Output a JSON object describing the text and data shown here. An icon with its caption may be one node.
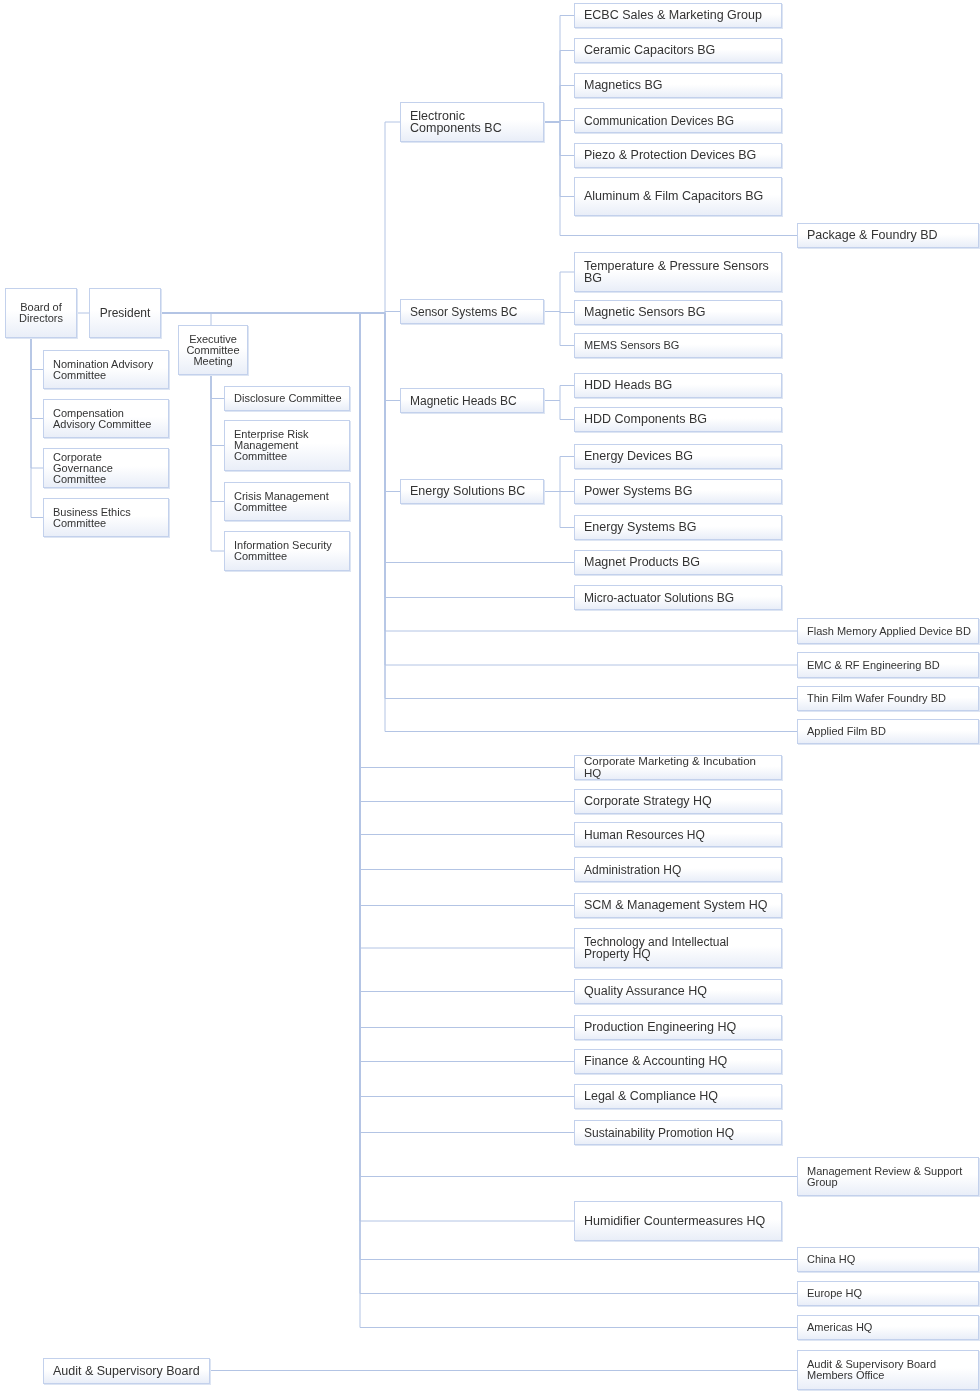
{
  "diagram": {
    "nodes": [
      {
        "text": [
          "Board of Directors"
        ]
      },
      {
        "text": [
          "President"
        ]
      },
      {
        "text": [
          "Nomination Advisory Committee"
        ]
      },
      {
        "text": [
          "Compensation Advisory Committee"
        ]
      },
      {
        "text": [
          "Corporate Governance Committee"
        ]
      },
      {
        "text": [
          "Business Ethics Committee"
        ]
      },
      {
        "text": [
          "Executive Committee Meeting"
        ]
      },
      {
        "text": [
          "Disclosure Committee"
        ]
      },
      {
        "text": [
          "Enterprise Risk Management Committee"
        ]
      },
      {
        "text": [
          "Crisis Management Committee"
        ]
      },
      {
        "text": [
          "Information Security Committee"
        ]
      },
      {
        "text": [
          "Electronic Components BC"
        ]
      },
      {
        "text": [
          "ECBC Sales & Marketing Group"
        ]
      },
      {
        "text": [
          "Ceramic Capacitors BG"
        ]
      },
      {
        "text": [
          "Magnetics BG"
        ]
      },
      {
        "text": [
          "Communication Devices BG"
        ]
      },
      {
        "text": [
          "Piezo & Protection Devices BG"
        ]
      },
      {
        "text": [
          "Aluminum & Film Capacitors BG"
        ]
      },
      {
        "text": [
          "Package & Foundry BD"
        ]
      },
      {
        "text": [
          "Sensor Systems BC"
        ]
      },
      {
        "text": [
          "Temperature & Pressure Sensors BG"
        ]
      },
      {
        "text": [
          "Magnetic Sensors BG"
        ]
      },
      {
        "text": [
          "MEMS Sensors BG"
        ]
      },
      {
        "text": [
          "Magnetic Heads BC"
        ]
      },
      {
        "text": [
          "HDD Heads BG"
        ]
      },
      {
        "text": [
          "HDD Components BG"
        ]
      },
      {
        "text": [
          "Energy Solutions BC"
        ]
      },
      {
        "text": [
          "Energy Devices BG"
        ]
      },
      {
        "text": [
          "Power Systems BG"
        ]
      },
      {
        "text": [
          "Energy Systems BG"
        ]
      },
      {
        "text": [
          "Magnet Products BG"
        ]
      },
      {
        "text": [
          "Micro-actuator Solutions BG"
        ]
      },
      {
        "text": [
          "Flash Memory Applied Device BD"
        ]
      },
      {
        "text": [
          "EMC & RF Engineering BD"
        ]
      },
      {
        "text": [
          "Thin Film Wafer Foundry BD"
        ]
      },
      {
        "text": [
          "Applied Film BD"
        ]
      },
      {
        "text": [
          "Corporate Marketing & Incubation HQ"
        ]
      },
      {
        "text": [
          "Corporate Strategy HQ"
        ]
      },
      {
        "text": [
          "Human Resources HQ"
        ]
      },
      {
        "text": [
          "Administration HQ"
        ]
      },
      {
        "text": [
          "SCM & Management System HQ"
        ]
      },
      {
        "text": [
          "Technology and Intellectual Property HQ"
        ]
      },
      {
        "text": [
          "Quality Assurance HQ"
        ]
      },
      {
        "text": [
          "Production Engineering HQ"
        ]
      },
      {
        "text": [
          "Finance & Accounting HQ"
        ]
      },
      {
        "text": [
          "Legal & Compliance HQ"
        ]
      },
      {
        "text": [
          "Sustainability Promotion HQ"
        ]
      },
      {
        "text": [
          "Management Review & Support Group"
        ]
      },
      {
        "text": [
          "Humidifier Countermeasures HQ"
        ]
      },
      {
        "text": [
          "China HQ"
        ]
      },
      {
        "text": [
          "Europe HQ"
        ]
      },
      {
        "text": [
          "Americas HQ"
        ]
      },
      {
        "text": [
          "Audit & Supervisory Board"
        ]
      },
      {
        "text": [
          "Audit & Supervisory Board Members Office"
        ]
      }
    ],
    "edges": [
      {
        "from": 0,
        "to": 1,
        "arrow": "none"
      },
      {
        "from": 0,
        "to": 2,
        "arrow": "none"
      },
      {
        "from": 0,
        "to": 3,
        "arrow": "none"
      },
      {
        "from": 0,
        "to": 4,
        "arrow": "none"
      },
      {
        "from": 0,
        "to": 5,
        "arrow": "none"
      },
      {
        "from": 1,
        "to": 6,
        "arrow": "none"
      },
      {
        "from": 6,
        "to": 7,
        "arrow": "none"
      },
      {
        "from": 6,
        "to": 8,
        "arrow": "none"
      },
      {
        "from": 6,
        "to": 9,
        "arrow": "none"
      },
      {
        "from": 6,
        "to": 10,
        "arrow": "none"
      },
      {
        "from": 1,
        "to": 11,
        "arrow": "none"
      },
      {
        "from": 11,
        "to": 12,
        "arrow": "none"
      },
      {
        "from": 11,
        "to": 13,
        "arrow": "none"
      },
      {
        "from": 11,
        "to": 14,
        "arrow": "none"
      },
      {
        "from": 11,
        "to": 15,
        "arrow": "none"
      },
      {
        "from": 11,
        "to": 16,
        "arrow": "none"
      },
      {
        "from": 11,
        "to": 17,
        "arrow": "none"
      },
      {
        "from": 11,
        "to": 18,
        "arrow": "none"
      },
      {
        "from": 1,
        "to": 19,
        "arrow": "none"
      },
      {
        "from": 19,
        "to": 20,
        "arrow": "none"
      },
      {
        "from": 19,
        "to": 21,
        "arrow": "none"
      },
      {
        "from": 19,
        "to": 22,
        "arrow": "none"
      },
      {
        "from": 1,
        "to": 23,
        "arrow": "none"
      },
      {
        "from": 23,
        "to": 24,
        "arrow": "none"
      },
      {
        "from": 23,
        "to": 25,
        "arrow": "none"
      },
      {
        "from": 1,
        "to": 26,
        "arrow": "none"
      },
      {
        "from": 26,
        "to": 27,
        "arrow": "none"
      },
      {
        "from": 26,
        "to": 28,
        "arrow": "none"
      },
      {
        "from": 26,
        "to": 29,
        "arrow": "none"
      },
      {
        "from": 1,
        "to": 30,
        "arrow": "none"
      },
      {
        "from": 1,
        "to": 31,
        "arrow": "none"
      },
      {
        "from": 1,
        "to": 32,
        "arrow": "none"
      },
      {
        "from": 1,
        "to": 33,
        "arrow": "none"
      },
      {
        "from": 1,
        "to": 34,
        "arrow": "none"
      },
      {
        "from": 1,
        "to": 35,
        "arrow": "none"
      },
      {
        "from": 1,
        "to": 36,
        "arrow": "none"
      },
      {
        "from": 1,
        "to": 37,
        "arrow": "none"
      },
      {
        "from": 1,
        "to": 38,
        "arrow": "none"
      },
      {
        "from": 1,
        "to": 39,
        "arrow": "none"
      },
      {
        "from": 1,
        "to": 40,
        "arrow": "none"
      },
      {
        "from": 1,
        "to": 41,
        "arrow": "none"
      },
      {
        "from": 1,
        "to": 42,
        "arrow": "none"
      },
      {
        "from": 1,
        "to": 43,
        "arrow": "none"
      },
      {
        "from": 1,
        "to": 44,
        "arrow": "none"
      },
      {
        "from": 1,
        "to": 45,
        "arrow": "none"
      },
      {
        "from": 1,
        "to": 46,
        "arrow": "none"
      },
      {
        "from": 1,
        "to": 47,
        "arrow": "none"
      },
      {
        "from": 1,
        "to": 48,
        "arrow": "none"
      },
      {
        "from": 1,
        "to": 49,
        "arrow": "none"
      },
      {
        "from": 1,
        "to": 50,
        "arrow": "none"
      },
      {
        "from": 1,
        "to": 51,
        "arrow": "none"
      },
      {
        "from": 52,
        "to": 53,
        "arrow": "none"
      }
    ]
  }
}
